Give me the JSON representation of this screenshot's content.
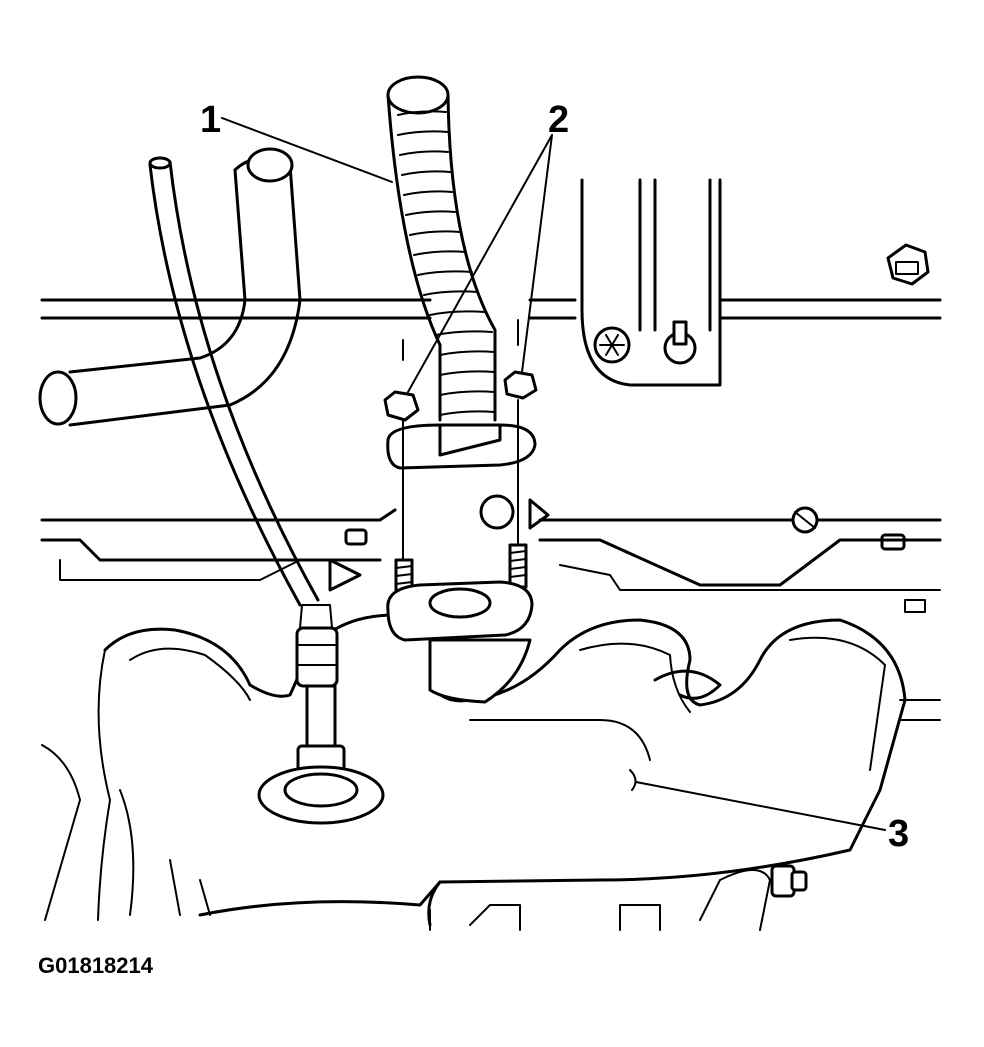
{
  "callouts": {
    "c1": "1",
    "c2": "2",
    "c3": "3"
  },
  "figure_id": "G01818214"
}
